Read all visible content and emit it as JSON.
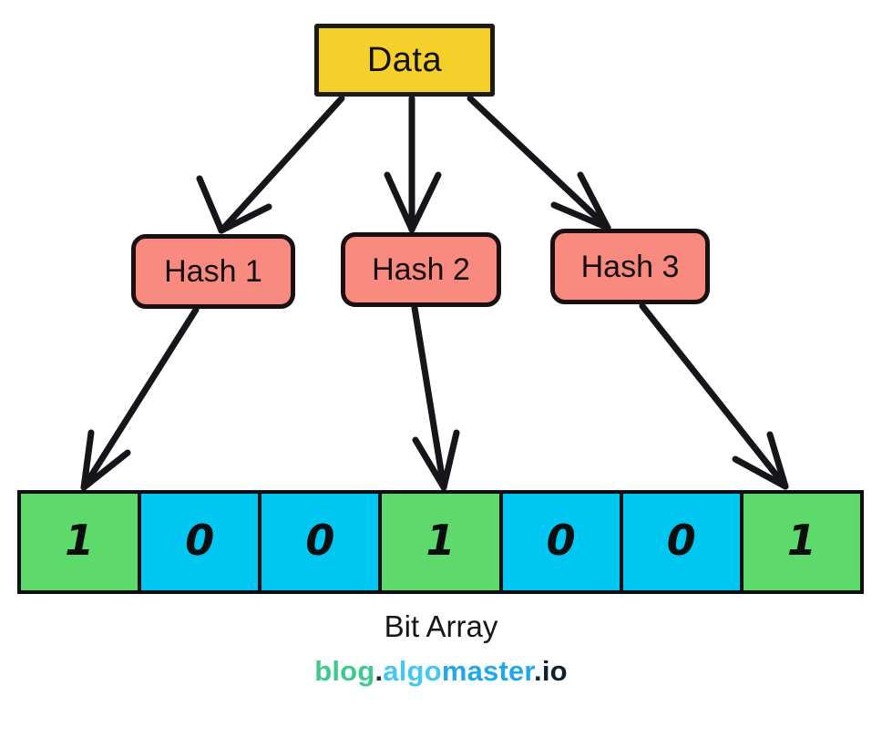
{
  "diagram": {
    "title_node": {
      "label": "Data",
      "fill": "#f5cf2a",
      "stroke": "#1c1c16"
    },
    "hash_nodes": [
      {
        "label": "Hash 1",
        "fill": "#f98a80",
        "stroke": "#1a1012"
      },
      {
        "label": "Hash 2",
        "fill": "#f98a80",
        "stroke": "#1a1012"
      },
      {
        "label": "Hash 3",
        "fill": "#f98a80",
        "stroke": "#1a1012"
      }
    ],
    "bit_array": {
      "caption": "Bit Array",
      "cells": [
        {
          "value": "1",
          "state": "on",
          "fill": "#5ed96c"
        },
        {
          "value": "0",
          "state": "off",
          "fill": "#00c7f2"
        },
        {
          "value": "0",
          "state": "off",
          "fill": "#00c7f2"
        },
        {
          "value": "1",
          "state": "on",
          "fill": "#5ed96c"
        },
        {
          "value": "0",
          "state": "off",
          "fill": "#00c7f2"
        },
        {
          "value": "0",
          "state": "off",
          "fill": "#00c7f2"
        },
        {
          "value": "1",
          "state": "on",
          "fill": "#5ed96c"
        }
      ]
    },
    "edges": [
      {
        "from": "Data",
        "to": "Hash 1"
      },
      {
        "from": "Data",
        "to": "Hash 2"
      },
      {
        "from": "Data",
        "to": "Hash 3"
      },
      {
        "from": "Hash 1",
        "to": "bit-cell-1"
      },
      {
        "from": "Hash 2",
        "to": "bit-cell-4"
      },
      {
        "from": "Hash 3",
        "to": "bit-cell-7"
      }
    ],
    "edge_color": "#14161a"
  },
  "watermark": {
    "part_blog": "blog",
    "part_dot1": ".",
    "part_algo": "algo",
    "part_master": "master",
    "part_dot2": ".",
    "part_io": "io"
  }
}
